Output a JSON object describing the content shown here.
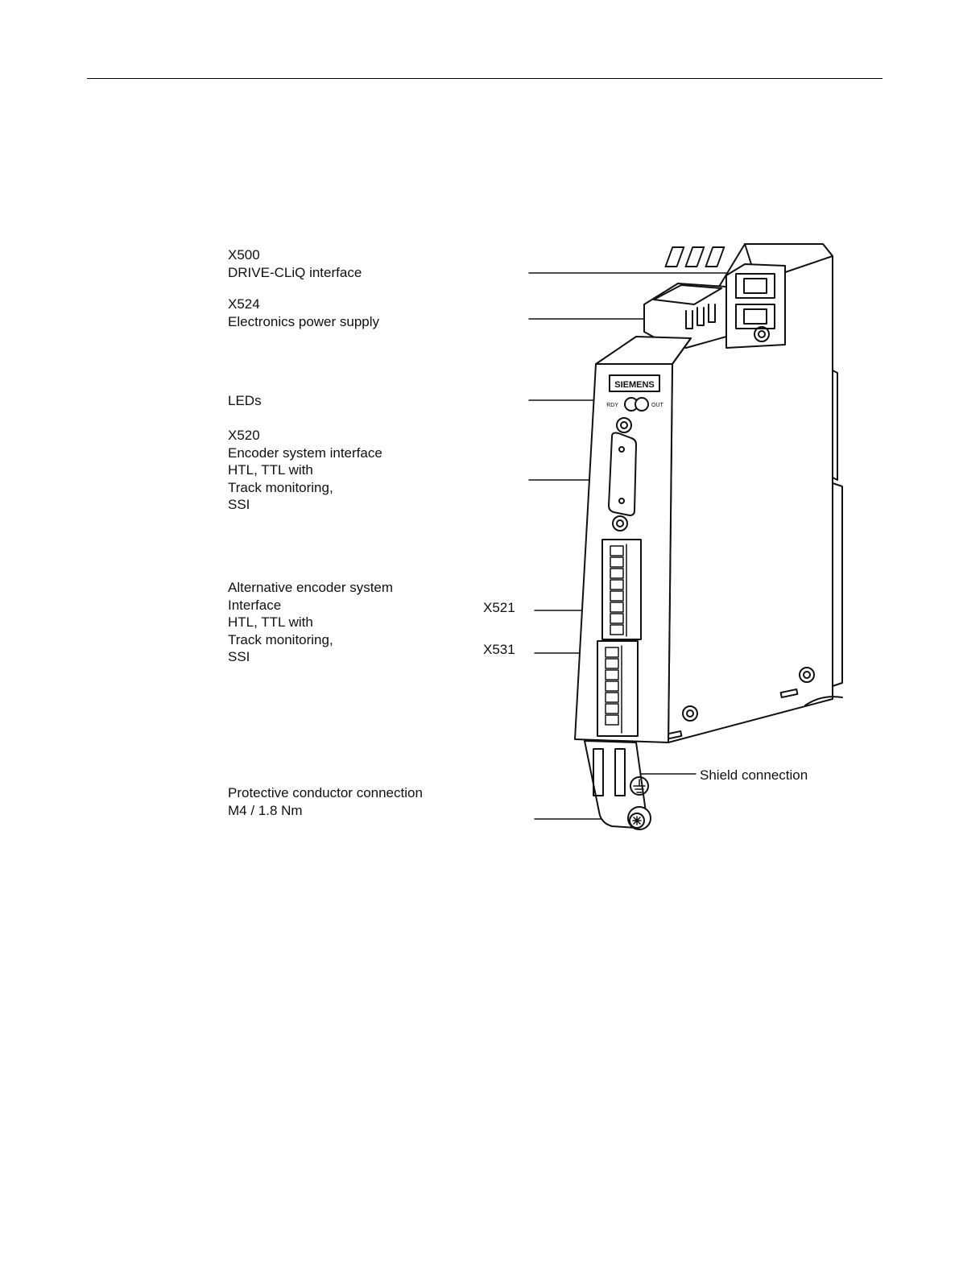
{
  "callouts": {
    "x500": {
      "code": "X500",
      "desc": "DRIVE-CLiQ interface"
    },
    "x524": {
      "code": "X524",
      "desc": "Electronics power supply"
    },
    "leds": {
      "desc": "LEDs"
    },
    "x520": {
      "code": "X520",
      "lines": [
        "Encoder system interface",
        "HTL, TTL with",
        "Track monitoring,",
        "SSI"
      ]
    },
    "alt": {
      "lines": [
        "Alternative encoder system",
        "Interface",
        "HTL, TTL with",
        "Track monitoring,",
        "SSI"
      ]
    },
    "x521": {
      "code": "X521"
    },
    "x531": {
      "code": "X531"
    },
    "shield": {
      "desc": "Shield connection"
    },
    "pe": {
      "lines": [
        "Protective conductor connection",
        "M4 / 1.8 Nm"
      ]
    }
  },
  "device": {
    "brand": "SIEMENS",
    "led_left_label": "RDY",
    "led_right_label": "OUT"
  }
}
